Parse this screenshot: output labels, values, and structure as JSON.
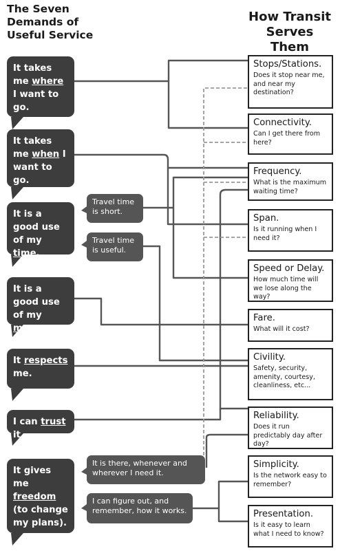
{
  "header": {
    "left_title": [
      "The Seven",
      "Demands of",
      "Useful Service"
    ],
    "right_title": [
      "How Transit",
      "Serves Them"
    ]
  },
  "demands": [
    {
      "pre": "It takes me ",
      "u": "where",
      "post": " I want to go."
    },
    {
      "pre": "It takes me ",
      "u": "when",
      "post": " I want to go."
    },
    {
      "pre": "It is a good use of my ",
      "u": "time",
      "post": "."
    },
    {
      "pre": "It is a good use of my ",
      "u": "money",
      "post": "."
    },
    {
      "pre": "It ",
      "u": "respects",
      "post": " me."
    },
    {
      "pre": "I can ",
      "u": "trust",
      "post": " it."
    },
    {
      "pre": "It gives me ",
      "u": "freedom",
      "post": " (to change my plans)."
    }
  ],
  "sub_demands": [
    "Travel time is short.",
    "Travel time is useful.",
    "It is there, whenever and wherever I need it.",
    "I can figure out, and remember, how it works."
  ],
  "features": [
    {
      "title": "Stops/Stations.",
      "desc": "Does it stop near me, and near my destination?"
    },
    {
      "title": "Connectivity.",
      "desc": "Can I get there from here?"
    },
    {
      "title": "Frequency.",
      "desc": "What is the maximum waiting time?"
    },
    {
      "title": "Span.",
      "desc": "Is it running when I need it?"
    },
    {
      "title": "Speed or Delay.",
      "desc": "How much time will we lose along the way?"
    },
    {
      "title": "Fare.",
      "desc": "What will it cost?"
    },
    {
      "title": "Civility.",
      "desc": "Safety, security, amenity, courtesy, cleanliness, etc..."
    },
    {
      "title": "Reliability.",
      "desc": "Does it run predictably day after day?"
    },
    {
      "title": "Simplicity.",
      "desc": "Is the network easy to remember?"
    },
    {
      "title": "Presentation.",
      "desc": "Is it easy to learn what I need to know?"
    }
  ],
  "colors": {
    "bubble": "#3d3d3d",
    "sub_bubble": "#555555",
    "line": "#555555",
    "dashed_line": "#999999"
  }
}
